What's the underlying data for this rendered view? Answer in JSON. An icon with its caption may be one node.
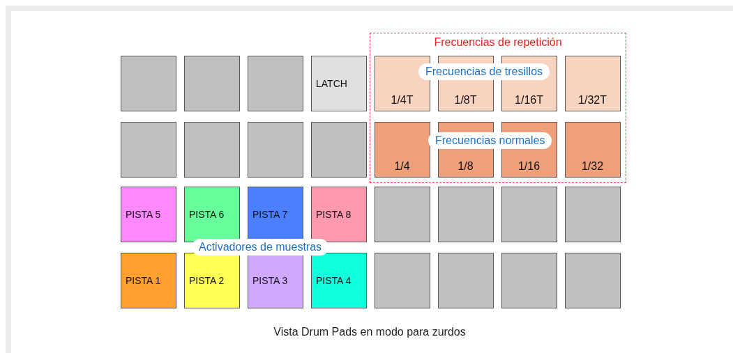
{
  "diagram": {
    "caption": "Vista Drum Pads en modo para zurdos",
    "nodes": [
      {
        "text": [
          "Frecuencias de repetición"
        ]
      },
      {
        "text": [],
        "shape": "box"
      },
      {
        "text": [],
        "shape": "box"
      },
      {
        "text": [],
        "shape": "box"
      },
      {
        "text": [
          "LATCH"
        ]
      },
      {
        "text": [
          "1/4T"
        ],
        "in": 0
      },
      {
        "text": [
          "1/8T"
        ],
        "in": 0
      },
      {
        "text": [
          "1/16T"
        ],
        "in": 0
      },
      {
        "text": [
          "1/32T"
        ],
        "in": 0
      },
      {
        "text": [],
        "shape": "box"
      },
      {
        "text": [],
        "shape": "box"
      },
      {
        "text": [],
        "shape": "box"
      },
      {
        "text": [],
        "shape": "box"
      },
      {
        "text": [
          "1/4"
        ],
        "in": 0
      },
      {
        "text": [
          "1/8"
        ],
        "in": 0
      },
      {
        "text": [
          "1/16"
        ],
        "in": 0
      },
      {
        "text": [
          "1/32"
        ],
        "in": 0
      },
      {
        "text": [
          "PISTA 5"
        ]
      },
      {
        "text": [
          "PISTA 6"
        ]
      },
      {
        "text": [
          "PISTA 7"
        ]
      },
      {
        "text": [
          "PISTA 8"
        ]
      },
      {
        "text": [],
        "shape": "box"
      },
      {
        "text": [],
        "shape": "box"
      },
      {
        "text": [],
        "shape": "box"
      },
      {
        "text": [],
        "shape": "box"
      },
      {
        "text": [
          "PISTA 1"
        ]
      },
      {
        "text": [
          "PISTA 2"
        ]
      },
      {
        "text": [
          "PISTA 3"
        ]
      },
      {
        "text": [
          "PISTA 4"
        ]
      },
      {
        "text": [],
        "shape": "box"
      },
      {
        "text": [],
        "shape": "box"
      },
      {
        "text": [],
        "shape": "box"
      },
      {
        "text": [],
        "shape": "box"
      }
    ],
    "labels": [
      "Frecuencias de tresillos",
      "Frecuencias normales",
      "Activadores de muestras"
    ]
  }
}
